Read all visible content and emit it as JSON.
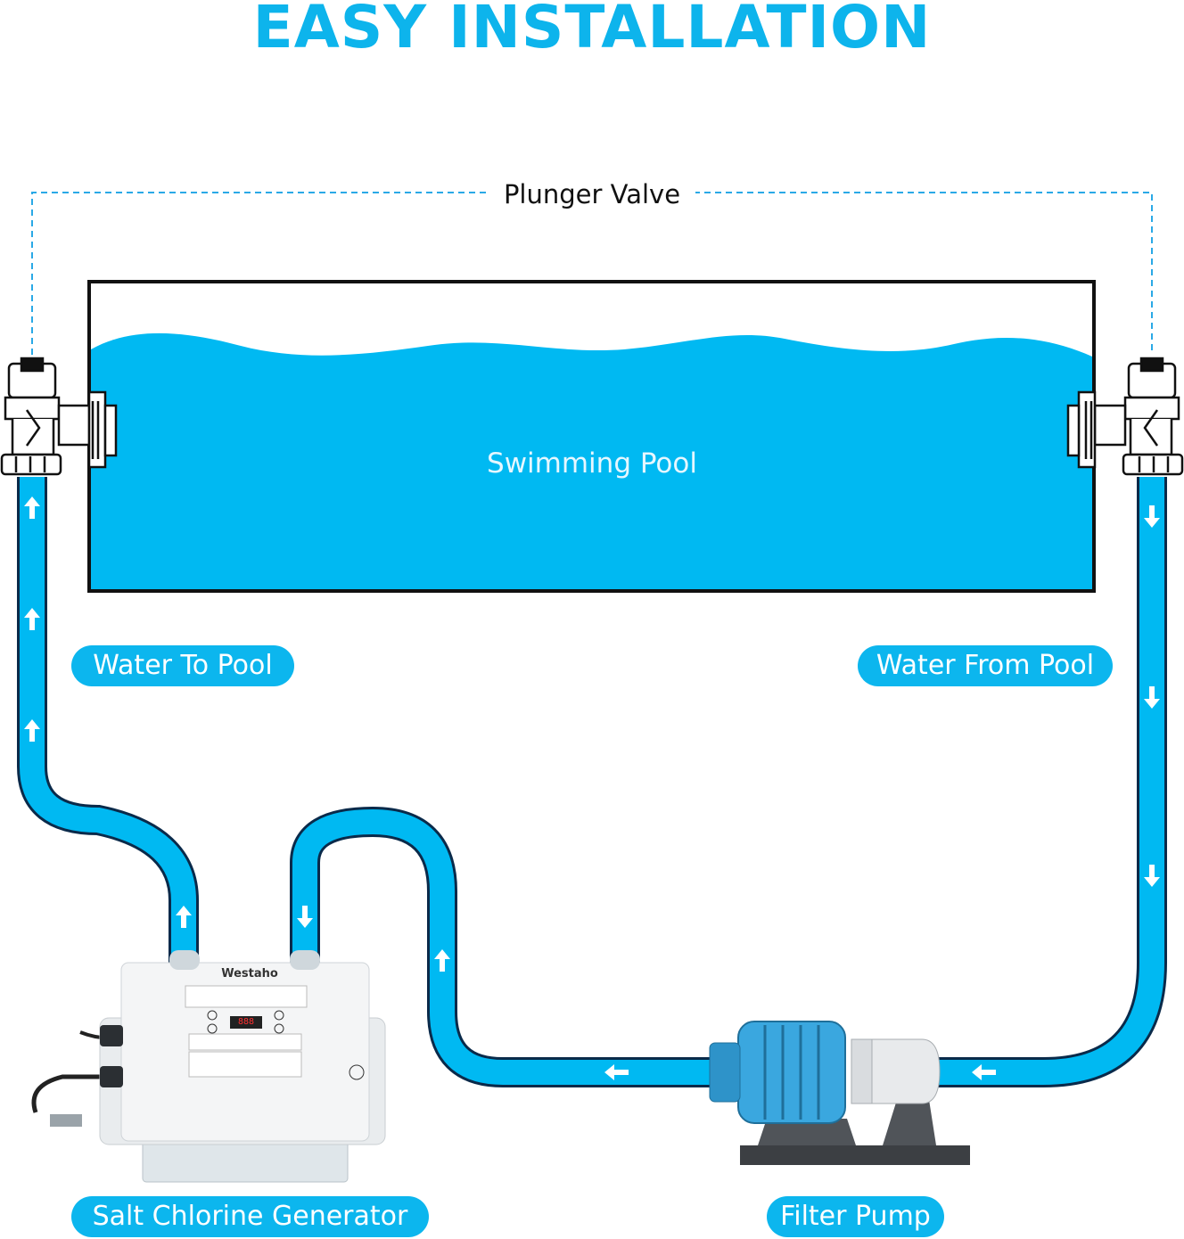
{
  "title": "EASY INSTALLATION",
  "labels": {
    "plunger_valve": "Plunger Valve",
    "swimming_pool": "Swimming Pool",
    "water_to_pool": "Water To Pool",
    "water_from_pool": "Water From Pool",
    "salt_chlorine_generator": "Salt Chlorine Generator",
    "filter_pump": "Filter Pump"
  },
  "device": {
    "brand": "Westaho",
    "display": "888"
  },
  "colors": {
    "accent": "#0cb6ee",
    "water": "#00b9f2",
    "pipe_outline": "#0a2a4a",
    "pump_motor": "#3aa7df",
    "pump_base": "#3c3f43"
  }
}
